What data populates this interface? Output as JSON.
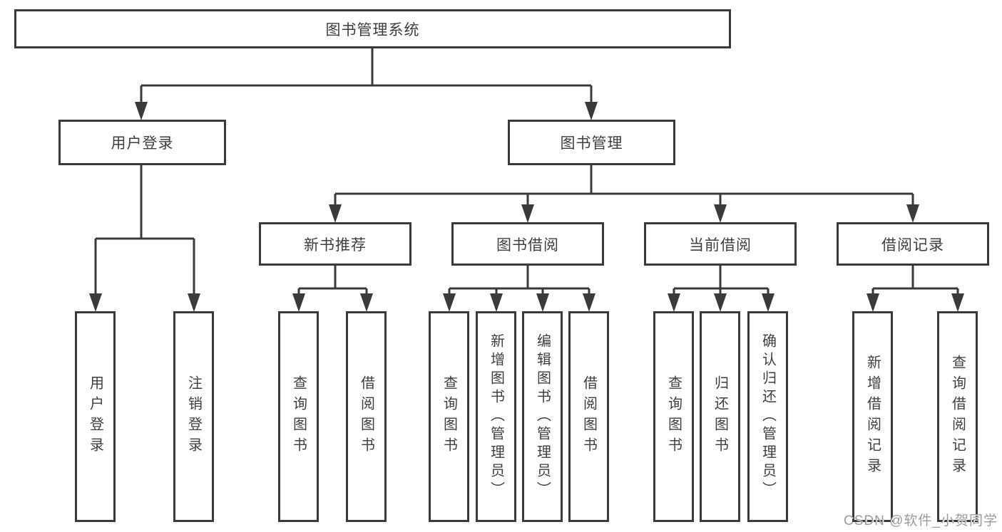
{
  "diagram": {
    "title": "图书管理系统",
    "nodes": {
      "root": "图书管理系统",
      "user_login": "用户登录",
      "book_mgmt": "图书管理",
      "new_book_rec": "新书推荐",
      "book_borrow": "图书借阅",
      "current_borrow": "当前借阅",
      "borrow_records": "借阅记录",
      "leaf_user_login": "用户登录",
      "leaf_logout": "注销登录",
      "leaf_nbr_query": "查询图书",
      "leaf_nbr_borrow": "借阅图书",
      "leaf_bb_query": "查询图书",
      "leaf_bb_add": "新增图书（管理员）",
      "leaf_bb_edit": "编辑图书（管理员）",
      "leaf_bb_borrow": "借阅图书",
      "leaf_cb_query": "查询图书",
      "leaf_cb_return": "归还图书",
      "leaf_cb_confirm": "确认归还（管理员）",
      "leaf_br_add": "新增借阅记录",
      "leaf_br_query": "查询借阅记录"
    },
    "colors": {
      "line": "#3a3a3a",
      "text": "#3f3f3f",
      "background": "#ffffff",
      "watermark_gray": "#9b9b9b"
    }
  },
  "watermark": "CSDN @软件_小贺同学"
}
